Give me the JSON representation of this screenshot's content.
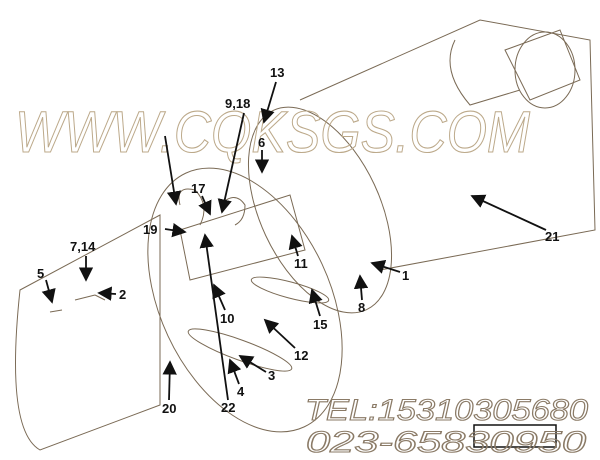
{
  "watermark": "WWW.CQKSGS.COM",
  "contact": {
    "tel": "TEL:15310305680",
    "phone": "023-65830950"
  },
  "callouts": [
    "13",
    "9,18",
    "6",
    "17",
    "19",
    "7,14",
    "5",
    "2",
    "21",
    "1",
    "11",
    "8",
    "15",
    "10",
    "12",
    "3",
    "4",
    "22",
    "20"
  ],
  "colors": {
    "line": "#7a6a55",
    "label": "#111111",
    "watermark": "#bca98a"
  }
}
